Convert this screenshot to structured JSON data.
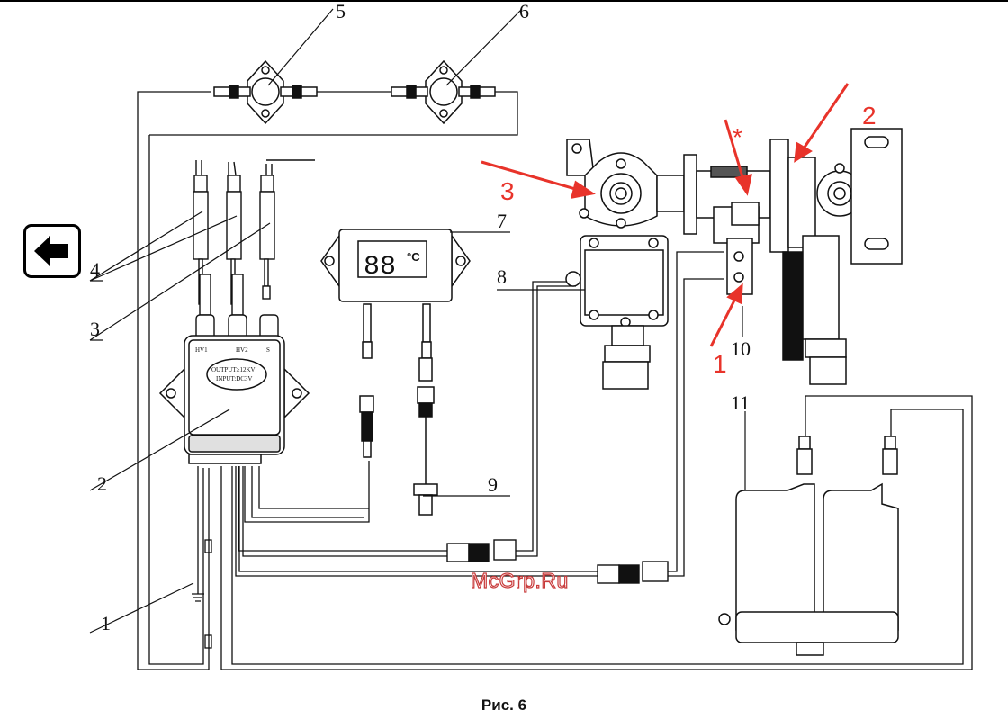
{
  "caption": "Рис. 6",
  "watermark": "McGrp.Ru",
  "back_button": {
    "icon": "arrow-left-icon"
  },
  "labels": {
    "l1": "1",
    "l2": "2",
    "l3": "3",
    "l4": "4",
    "l5": "5",
    "l6": "6",
    "l7": "7",
    "l8": "8",
    "l9": "9",
    "l10": "10",
    "l11": "11"
  },
  "red_labels": {
    "r1": "1",
    "r2": "2",
    "r3": "3",
    "star": "*"
  },
  "ignitor": {
    "hv1": "HV1",
    "hv2": "HV2",
    "s": "S",
    "output": "OUTPUT≥12KV",
    "input": "INPUT:DC3V"
  },
  "display": {
    "digits": "88",
    "unit": "°C"
  },
  "colors": {
    "annotation_red": "#e8332a",
    "line": "#111111"
  }
}
